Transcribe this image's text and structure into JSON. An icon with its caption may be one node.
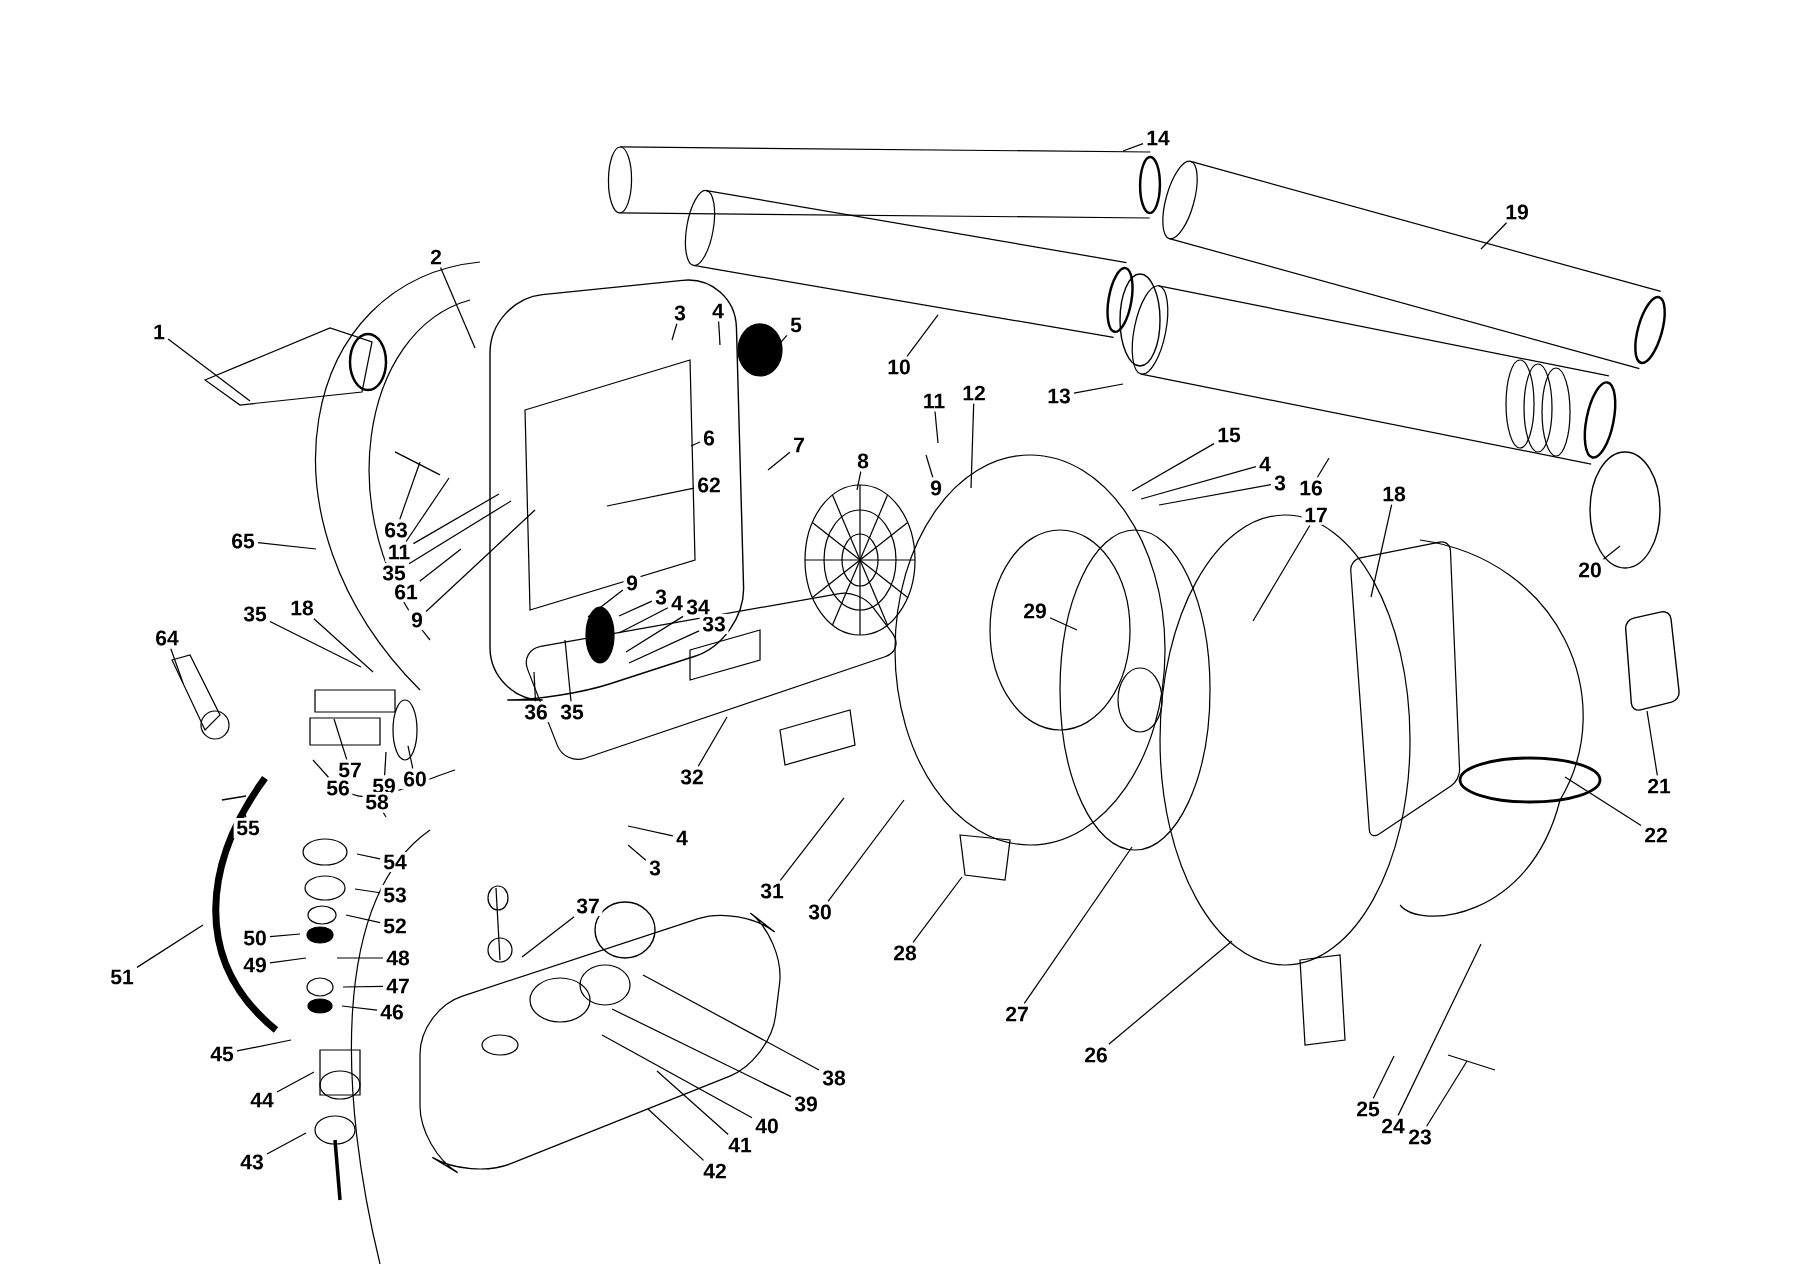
{
  "diagram": {
    "nodes": [
      {
        "text": [
          "1"
        ]
      },
      {
        "text": [
          "2"
        ]
      },
      {
        "text": [
          "3"
        ]
      },
      {
        "text": [
          "4"
        ]
      },
      {
        "text": [
          "5"
        ]
      },
      {
        "text": [
          "6"
        ]
      },
      {
        "text": [
          "7"
        ]
      },
      {
        "text": [
          "8"
        ]
      },
      {
        "text": [
          "9"
        ]
      },
      {
        "text": [
          "10"
        ]
      },
      {
        "text": [
          "11"
        ]
      },
      {
        "text": [
          "12"
        ]
      },
      {
        "text": [
          "13"
        ]
      },
      {
        "text": [
          "14"
        ]
      },
      {
        "text": [
          "15"
        ]
      },
      {
        "text": [
          "4"
        ]
      },
      {
        "text": [
          "3"
        ]
      },
      {
        "text": [
          "16"
        ]
      },
      {
        "text": [
          "17"
        ]
      },
      {
        "text": [
          "18"
        ]
      },
      {
        "text": [
          "19"
        ]
      },
      {
        "text": [
          "20"
        ]
      },
      {
        "text": [
          "21"
        ]
      },
      {
        "text": [
          "22"
        ]
      },
      {
        "text": [
          "23"
        ]
      },
      {
        "text": [
          "24"
        ]
      },
      {
        "text": [
          "25"
        ]
      },
      {
        "text": [
          "26"
        ]
      },
      {
        "text": [
          "27"
        ]
      },
      {
        "text": [
          "28"
        ]
      },
      {
        "text": [
          "29"
        ]
      },
      {
        "text": [
          "30"
        ]
      },
      {
        "text": [
          "31"
        ]
      },
      {
        "text": [
          "32"
        ]
      },
      {
        "text": [
          "33"
        ]
      },
      {
        "text": [
          "34"
        ]
      },
      {
        "text": [
          "9"
        ]
      },
      {
        "text": [
          "3"
        ]
      },
      {
        "text": [
          "4"
        ]
      },
      {
        "text": [
          "35"
        ]
      },
      {
        "text": [
          "36"
        ]
      },
      {
        "text": [
          "62"
        ]
      },
      {
        "text": [
          "63"
        ]
      },
      {
        "text": [
          "11"
        ]
      },
      {
        "text": [
          "35"
        ]
      },
      {
        "text": [
          "61"
        ]
      },
      {
        "text": [
          "9"
        ]
      },
      {
        "text": [
          "65"
        ]
      },
      {
        "text": [
          "35"
        ]
      },
      {
        "text": [
          "18"
        ]
      },
      {
        "text": [
          "64"
        ]
      },
      {
        "text": [
          "57"
        ]
      },
      {
        "text": [
          "56"
        ]
      },
      {
        "text": [
          "59"
        ]
      },
      {
        "text": [
          "60"
        ]
      },
      {
        "text": [
          "58"
        ]
      },
      {
        "text": [
          "55"
        ]
      },
      {
        "text": [
          "4"
        ]
      },
      {
        "text": [
          "3"
        ]
      },
      {
        "text": [
          "54"
        ]
      },
      {
        "text": [
          "53"
        ]
      },
      {
        "text": [
          "52"
        ]
      },
      {
        "text": [
          "50"
        ]
      },
      {
        "text": [
          "49"
        ]
      },
      {
        "text": [
          "48"
        ]
      },
      {
        "text": [
          "47"
        ]
      },
      {
        "text": [
          "46"
        ]
      },
      {
        "text": [
          "51"
        ]
      },
      {
        "text": [
          "45"
        ]
      },
      {
        "text": [
          "44"
        ]
      },
      {
        "text": [
          "43"
        ]
      },
      {
        "text": [
          "37"
        ]
      },
      {
        "text": [
          "38"
        ]
      },
      {
        "text": [
          "39"
        ]
      },
      {
        "text": [
          "40"
        ]
      },
      {
        "text": [
          "41"
        ]
      },
      {
        "text": [
          "42"
        ]
      }
    ],
    "edges": [
      {
        "from": 0,
        "to": null,
        "arrow": "none"
      },
      {
        "from": 1,
        "to": null,
        "arrow": "none"
      },
      {
        "from": 2,
        "to": null,
        "arrow": "none"
      },
      {
        "from": 3,
        "to": null,
        "arrow": "none"
      },
      {
        "from": 4,
        "to": null,
        "arrow": "none"
      },
      {
        "from": 5,
        "to": null,
        "arrow": "none"
      },
      {
        "from": 6,
        "to": null,
        "arrow": "none"
      },
      {
        "from": 7,
        "to": null,
        "arrow": "none"
      },
      {
        "from": 8,
        "to": null,
        "arrow": "none"
      },
      {
        "from": 9,
        "to": null,
        "arrow": "none"
      },
      {
        "from": 10,
        "to": null,
        "arrow": "none"
      },
      {
        "from": 11,
        "to": null,
        "arrow": "none"
      },
      {
        "from": 12,
        "to": null,
        "arrow": "none"
      },
      {
        "from": 13,
        "to": null,
        "arrow": "none"
      },
      {
        "from": 14,
        "to": null,
        "arrow": "none"
      },
      {
        "from": 15,
        "to": null,
        "arrow": "none"
      },
      {
        "from": 16,
        "to": null,
        "arrow": "none"
      },
      {
        "from": 17,
        "to": null,
        "arrow": "none"
      },
      {
        "from": 18,
        "to": null,
        "arrow": "none"
      },
      {
        "from": 19,
        "to": null,
        "arrow": "none"
      },
      {
        "from": 20,
        "to": null,
        "arrow": "none"
      },
      {
        "from": 21,
        "to": null,
        "arrow": "none"
      },
      {
        "from": 22,
        "to": null,
        "arrow": "none"
      },
      {
        "from": 23,
        "to": null,
        "arrow": "none"
      },
      {
        "from": 24,
        "to": null,
        "arrow": "none"
      },
      {
        "from": 25,
        "to": null,
        "arrow": "none"
      },
      {
        "from": 26,
        "to": null,
        "arrow": "none"
      },
      {
        "from": 27,
        "to": null,
        "arrow": "none"
      },
      {
        "from": 28,
        "to": null,
        "arrow": "none"
      },
      {
        "from": 29,
        "to": null,
        "arrow": "none"
      },
      {
        "from": 30,
        "to": null,
        "arrow": "none"
      },
      {
        "from": 31,
        "to": null,
        "arrow": "none"
      },
      {
        "from": 32,
        "to": null,
        "arrow": "none"
      },
      {
        "from": 33,
        "to": null,
        "arrow": "none"
      },
      {
        "from": 34,
        "to": null,
        "arrow": "none"
      },
      {
        "from": 35,
        "to": null,
        "arrow": "none"
      },
      {
        "from": 36,
        "to": null,
        "arrow": "none"
      },
      {
        "from": 37,
        "to": null,
        "arrow": "none"
      },
      {
        "from": 38,
        "to": null,
        "arrow": "none"
      },
      {
        "from": 39,
        "to": null,
        "arrow": "none"
      },
      {
        "from": 40,
        "to": null,
        "arrow": "none"
      },
      {
        "from": 41,
        "to": null,
        "arrow": "none"
      },
      {
        "from": 42,
        "to": null,
        "arrow": "none"
      },
      {
        "from": 43,
        "to": null,
        "arrow": "none"
      },
      {
        "from": 43,
        "to": null,
        "arrow": "none"
      },
      {
        "from": 44,
        "to": null,
        "arrow": "none"
      },
      {
        "from": 45,
        "to": null,
        "arrow": "none"
      },
      {
        "from": 46,
        "to": null,
        "arrow": "none"
      },
      {
        "from": 47,
        "to": null,
        "arrow": "none"
      },
      {
        "from": 48,
        "to": null,
        "arrow": "none"
      },
      {
        "from": 49,
        "to": null,
        "arrow": "none"
      },
      {
        "from": 50,
        "to": null,
        "arrow": "none"
      },
      {
        "from": 51,
        "to": null,
        "arrow": "none"
      },
      {
        "from": 52,
        "to": null,
        "arrow": "none"
      },
      {
        "from": 53,
        "to": null,
        "arrow": "none"
      },
      {
        "from": 54,
        "to": null,
        "arrow": "none"
      },
      {
        "from": 55,
        "to": null,
        "arrow": "none"
      },
      {
        "from": 56,
        "to": null,
        "arrow": "none"
      },
      {
        "from": 57,
        "to": null,
        "arrow": "none"
      },
      {
        "from": 58,
        "to": null,
        "arrow": "none"
      },
      {
        "from": 59,
        "to": null,
        "arrow": "none"
      },
      {
        "from": 60,
        "to": null,
        "arrow": "none"
      },
      {
        "from": 61,
        "to": null,
        "arrow": "none"
      },
      {
        "from": 62,
        "to": null,
        "arrow": "none"
      },
      {
        "from": 63,
        "to": null,
        "arrow": "none"
      },
      {
        "from": 64,
        "to": null,
        "arrow": "none"
      },
      {
        "from": 65,
        "to": null,
        "arrow": "none"
      },
      {
        "from": 66,
        "to": null,
        "arrow": "none"
      },
      {
        "from": 67,
        "to": null,
        "arrow": "none"
      },
      {
        "from": 68,
        "to": null,
        "arrow": "none"
      },
      {
        "from": 69,
        "to": null,
        "arrow": "none"
      },
      {
        "from": 70,
        "to": null,
        "arrow": "none"
      },
      {
        "from": 71,
        "to": null,
        "arrow": "none"
      },
      {
        "from": 72,
        "to": null,
        "arrow": "none"
      },
      {
        "from": 73,
        "to": null,
        "arrow": "none"
      },
      {
        "from": 74,
        "to": null,
        "arrow": "none"
      },
      {
        "from": 75,
        "to": null,
        "arrow": "none"
      },
      {
        "from": 76,
        "to": null,
        "arrow": "none"
      }
    ]
  }
}
